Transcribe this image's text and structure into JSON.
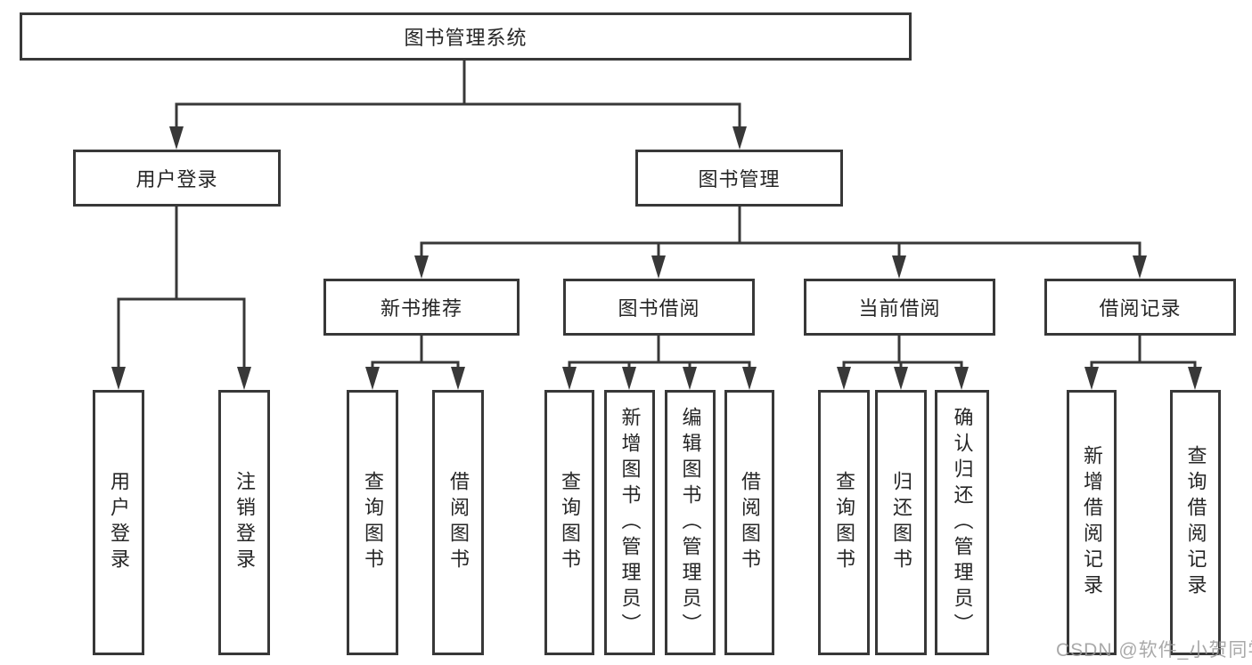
{
  "title": "图书管理系统",
  "watermark": "CSDN @软件_小贺同学",
  "colors": {
    "line": "#383838",
    "box_border": "#383838",
    "text": "#262626",
    "watermark": "#9b9b9b",
    "background": "#ffffff"
  },
  "nodes": {
    "root": "图书管理系统",
    "user_login": "用户登录",
    "book_mgmt": "图书管理",
    "new_book_rec": "新书推荐",
    "book_borrow": "图书借阅",
    "current_borrow": "当前借阅",
    "borrow_record": "借阅记录",
    "leaf_user_login": "用户登录",
    "leaf_logout": "注销登录",
    "leaf_nbr_query": "查询图书",
    "leaf_nbr_borrow": "借阅图书",
    "leaf_bb_query": "查询图书",
    "leaf_bb_add": "新增图书（管理员）",
    "leaf_bb_edit": "编辑图书（管理员）",
    "leaf_bb_borrow": "借阅图书",
    "leaf_cb_query": "查询图书",
    "leaf_cb_return": "归还图书",
    "leaf_cb_confirm": "确认归还（管理员）",
    "leaf_br_add": "新增借阅记录",
    "leaf_br_query": "查询借阅记录"
  },
  "tree": {
    "label": "图书管理系统",
    "children": [
      {
        "label": "用户登录",
        "children": [
          {
            "label": "用户登录"
          },
          {
            "label": "注销登录"
          }
        ]
      },
      {
        "label": "图书管理",
        "children": [
          {
            "label": "新书推荐",
            "children": [
              {
                "label": "查询图书"
              },
              {
                "label": "借阅图书"
              }
            ]
          },
          {
            "label": "图书借阅",
            "children": [
              {
                "label": "查询图书"
              },
              {
                "label": "新增图书（管理员）"
              },
              {
                "label": "编辑图书（管理员）"
              },
              {
                "label": "借阅图书"
              }
            ]
          },
          {
            "label": "当前借阅",
            "children": [
              {
                "label": "查询图书"
              },
              {
                "label": "归还图书"
              },
              {
                "label": "确认归还（管理员）"
              }
            ]
          },
          {
            "label": "借阅记录",
            "children": [
              {
                "label": "新增借阅记录"
              },
              {
                "label": "查询借阅记录"
              }
            ]
          }
        ]
      }
    ]
  }
}
